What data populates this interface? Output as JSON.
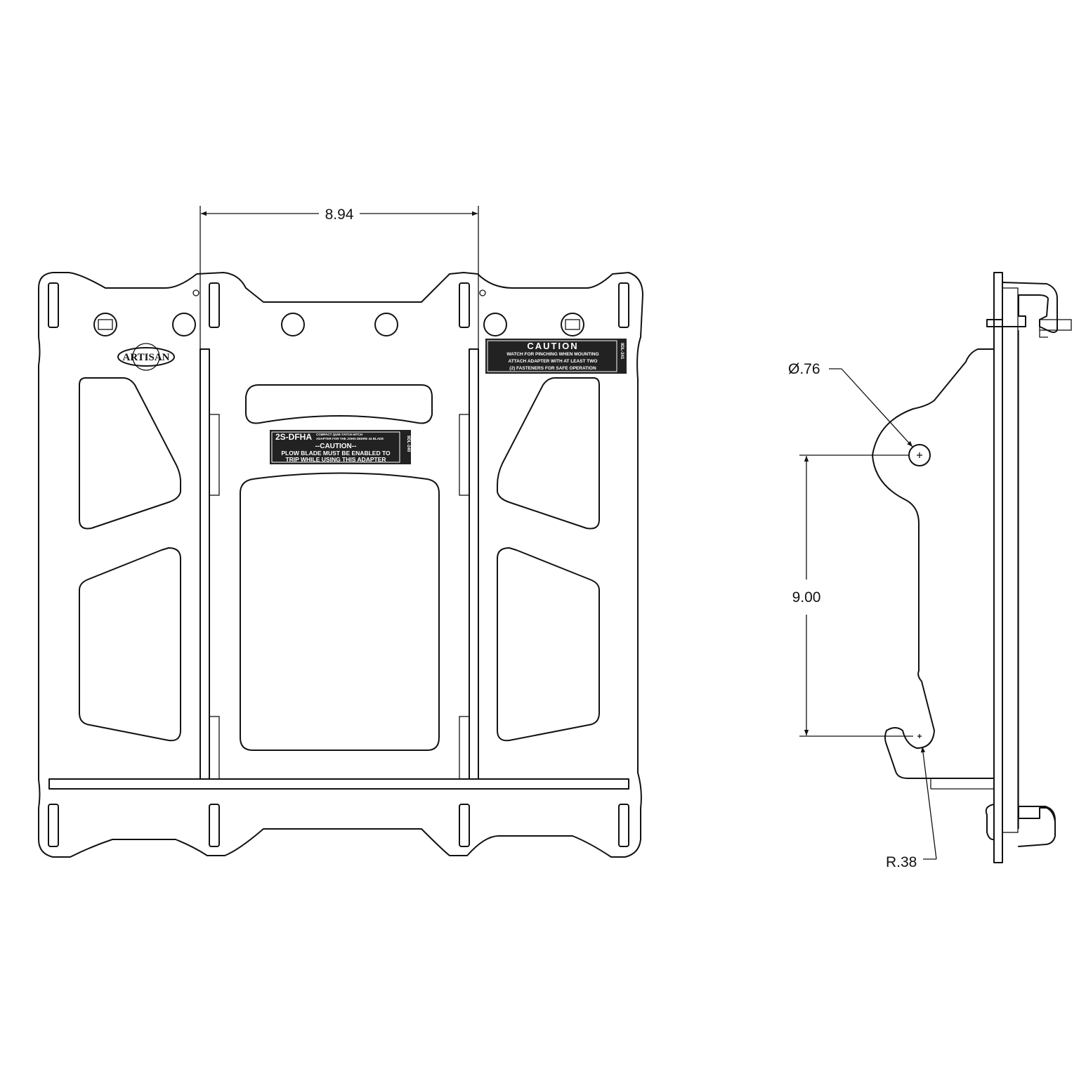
{
  "drawing": {
    "dimensions": {
      "width": "8.94",
      "height": "9.00",
      "diameter": "Ø.76",
      "radius": "R.38"
    },
    "logo": {
      "text": "ARTISAN"
    },
    "decal_right": {
      "title": "CAUTION",
      "line1": "WATCH FOR PINCHING WHEN MOUNTING",
      "line2": "ATTACH ADAPTER WITH AT LEAST TWO",
      "line3": "(2) FASTENERS FOR SAFE OPERATION",
      "code": "9DL-241"
    },
    "decal_center": {
      "model": "2S-DFHA",
      "subtitle1": "COMPACT QUIK-TATCH HITCH",
      "subtitle2": "ADAPTER FOR THE JOHN DEERE 44 BLADE",
      "caution": "--CAUTION--",
      "line1": "PLOW BLADE MUST BE ENABLED TO",
      "line2": "TRIP WHILE USING THIS ADAPTER",
      "code": "9DL-240"
    }
  }
}
